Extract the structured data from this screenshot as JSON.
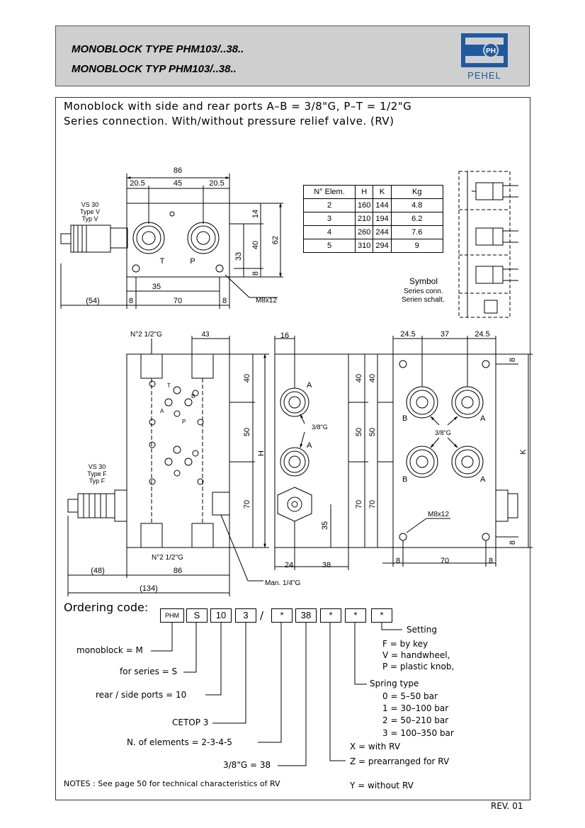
{
  "header": {
    "title_en": "MONOBLOCK TYPE PHM103/..38..",
    "title_it": "MONOBLOCK TYP PHM103/..38..",
    "logo_text": "PEHEL",
    "logo_mark": "PH"
  },
  "intro": {
    "line1": "Monoblock with side and rear ports A–B = 3/8\"G, P–T = 1/2\"G",
    "line2": "Series connection. With/without pressure relief valve. (RV)"
  },
  "table": {
    "headers": [
      "N° Elem.",
      "H",
      "K",
      "Kg"
    ],
    "rows": [
      [
        "2",
        "160",
        "144",
        "4.8"
      ],
      [
        "3",
        "210",
        "194",
        "6.2"
      ],
      [
        "4",
        "260",
        "244",
        "7.6"
      ],
      [
        "5",
        "310",
        "294",
        "9"
      ]
    ]
  },
  "symbol": {
    "title": "Symbol",
    "line1": "Series conn.",
    "line2": "Serien schalt."
  },
  "top_view": {
    "dim_86": "86",
    "dim_205a": "20.5",
    "dim_45": "45",
    "dim_205b": "20.5",
    "dim_14": "14",
    "dim_40": "40",
    "dim_62": "62",
    "dim_33": "33",
    "dim_8r": "8",
    "dim_35": "35",
    "dim_54": "(54)",
    "dim_8a": "8",
    "dim_70": "70",
    "dim_8b": "8",
    "port_t": "T",
    "port_p": "P",
    "m8": "M8x12",
    "vs1": "VS 30",
    "vs2": "Type V",
    "vs3": "Typ V"
  },
  "front_view": {
    "n2_top": "N°2 1/2\"G",
    "dim_43": "43",
    "dim_40": "40",
    "dim_50": "50",
    "dim_70": "70",
    "dim_h": "H",
    "n2_bot": "N°2 1/2\"G",
    "dim_48": "(48)",
    "dim_86": "86",
    "dim_134": "(134)",
    "vs1": "VS 30",
    "vs2": "Type F",
    "vs3": "Typ F",
    "man": "Man. 1/4\"G",
    "t": "T",
    "b": "B",
    "a": "A",
    "p": "P"
  },
  "side_view": {
    "dim_16": "16",
    "port_a1": "A",
    "port_a2": "A",
    "g38": "3/8\"G",
    "dim_40": "40",
    "dim_50": "50",
    "dim_70": "70",
    "dim_35": "35",
    "dim_24": "24",
    "dim_38": "38"
  },
  "rear_view": {
    "dim_245a": "24.5",
    "dim_37": "37",
    "dim_245b": "24.5",
    "dim_8t": "8",
    "dim_40": "40",
    "dim_50": "50",
    "dim_70": "70",
    "dim_k": "K",
    "dim_8b": "8",
    "b1": "B",
    "a1": "A",
    "b2": "B",
    "a2": "A",
    "g38": "3/8\"G",
    "m8": "M8x12",
    "dim_8l": "8",
    "dim_70h": "70",
    "dim_8r": "8"
  },
  "ordering": {
    "title": "Ordering code:",
    "codes": [
      "PHM",
      "S",
      "10",
      "3",
      "/",
      "*",
      "38",
      "*",
      "*",
      "*"
    ],
    "monoblock": "monoblock = M",
    "series": "for series = S",
    "ports": "rear / side ports = 10",
    "cetop": "CETOP 3",
    "elements": "N.  of elements = 2-3-4-5",
    "g38": "3/8\"G = 38",
    "setting": "Setting",
    "f": "F  = by key",
    "v": "V  = handwheel,",
    "p": "P  = plastic knob,",
    "spring": "Spring type",
    "s0": "0  = 5–50 bar",
    "s1": "1  = 30–100 bar",
    "s2": "2  = 50–210 bar",
    "s3": "3  = 100–350 bar",
    "x": "X  = with RV",
    "z": "Z  = prearranged for RV",
    "y": "Y  = without RV"
  },
  "notes": "NOTES : See page 50 for technical characteristics of RV",
  "rev": "REV. 01"
}
